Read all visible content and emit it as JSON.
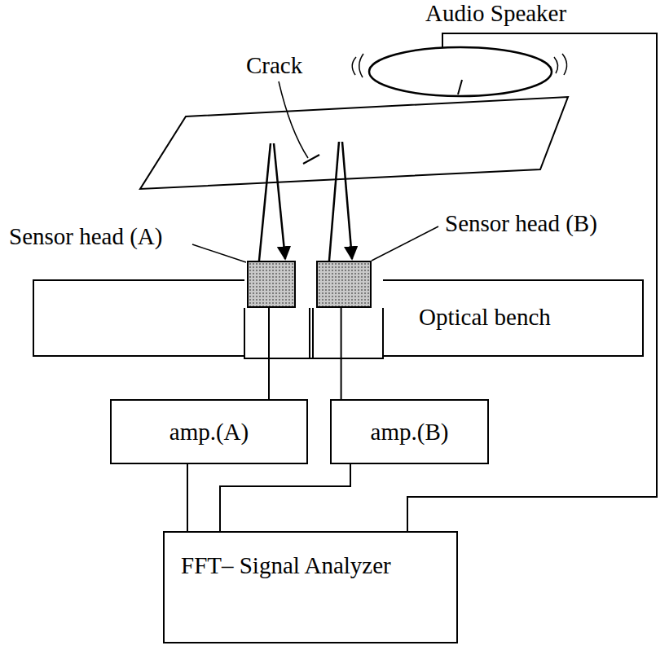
{
  "diagram": {
    "nodes": [
      {
        "text": [
          "Audio Speaker"
        ]
      },
      {
        "text": [
          "Sensor head (A)"
        ]
      },
      {
        "text": [
          "Sensor head (B)"
        ]
      },
      {
        "text": [
          "Optical bench"
        ]
      },
      {
        "text": [
          "amp.(A)"
        ]
      },
      {
        "text": [
          "amp.(B)"
        ]
      },
      {
        "text": [
          "FFT– Signal Analyzer"
        ]
      }
    ],
    "edges": [
      {
        "from": 1,
        "to": 4,
        "arrow": "none"
      },
      {
        "from": 2,
        "to": 5,
        "arrow": "none"
      },
      {
        "from": 4,
        "to": 6,
        "arrow": "none"
      },
      {
        "from": 5,
        "to": 6,
        "arrow": "none"
      },
      {
        "from": 0,
        "to": 6,
        "arrow": "none"
      }
    ],
    "labels": [
      "Crack"
    ]
  }
}
